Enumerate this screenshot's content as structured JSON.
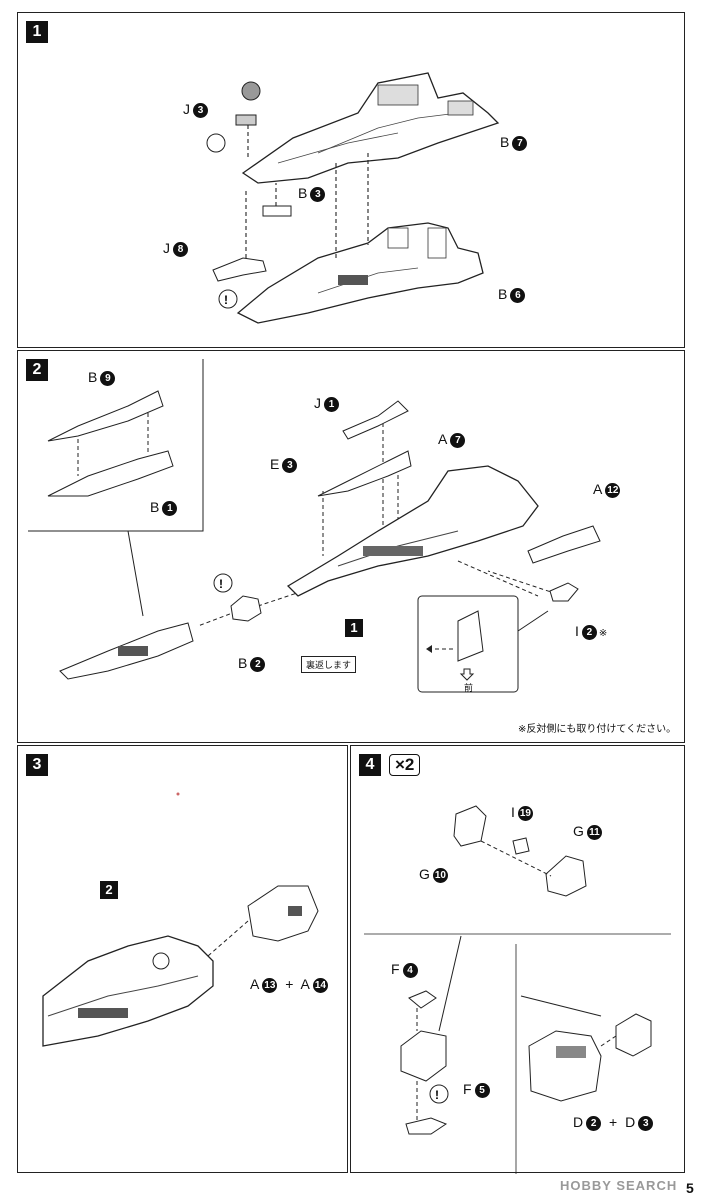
{
  "steps": {
    "s1": {
      "number": "1",
      "labels": [
        {
          "letter": "J",
          "num": "3"
        },
        {
          "letter": "B",
          "num": "7"
        },
        {
          "letter": "B",
          "num": "3"
        },
        {
          "letter": "J",
          "num": "8"
        },
        {
          "letter": "B",
          "num": "6"
        }
      ]
    },
    "s2": {
      "number": "2",
      "labels": [
        {
          "letter": "B",
          "num": "9"
        },
        {
          "letter": "B",
          "num": "1"
        },
        {
          "letter": "J",
          "num": "1"
        },
        {
          "letter": "E",
          "num": "3"
        },
        {
          "letter": "A",
          "num": "7"
        },
        {
          "letter": "A",
          "num": "12"
        },
        {
          "letter": "B",
          "num": "2"
        },
        {
          "letter": "I",
          "num": "2"
        }
      ],
      "ref_step": "1",
      "flip_tag": "裏返します",
      "front_label": "前",
      "asterisk": "※",
      "note": "※反対側にも取り付けてください。"
    },
    "s3": {
      "number": "3",
      "ref_step": "2",
      "combo": {
        "a_letter": "A",
        "a_num": "13",
        "plus": "+",
        "b_letter": "A",
        "b_num": "14"
      }
    },
    "s4": {
      "number": "4",
      "multiplier": "×2",
      "labels": [
        {
          "letter": "I",
          "num": "19"
        },
        {
          "letter": "G",
          "num": "11"
        },
        {
          "letter": "G",
          "num": "10"
        },
        {
          "letter": "F",
          "num": "4"
        },
        {
          "letter": "F",
          "num": "5"
        }
      ],
      "combo": {
        "a_letter": "D",
        "a_num": "2",
        "plus": "+",
        "b_letter": "D",
        "b_num": "3"
      }
    }
  },
  "watermark": "HOBBY SEARCH",
  "page_number": "5"
}
